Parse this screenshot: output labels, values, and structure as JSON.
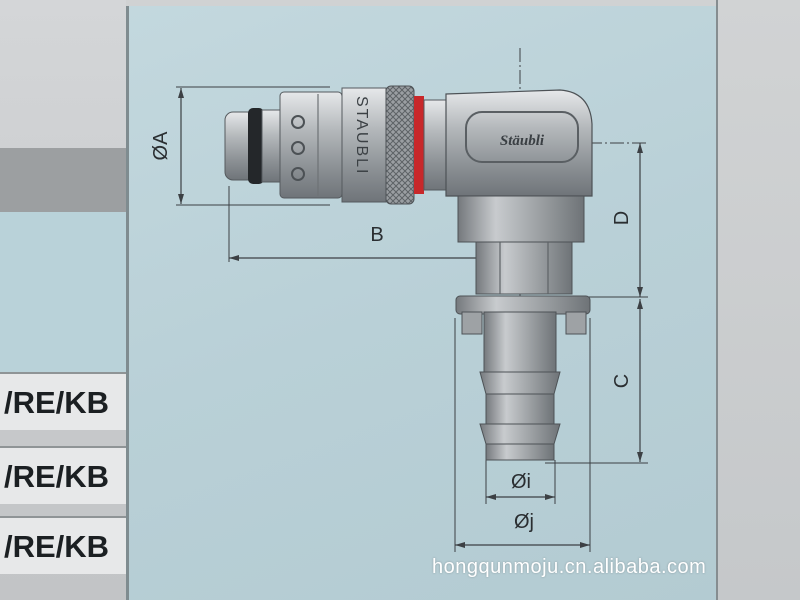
{
  "table": {
    "rows": [
      "/RE/KB",
      "/RE/KB",
      "/RE/KB"
    ]
  },
  "diagram": {
    "labels": {
      "dia_a": "ØA",
      "b": "B",
      "c": "C",
      "d": "D",
      "dia_i": "Øi",
      "dia_j": "Øj"
    },
    "body_marking": "STAUBLI",
    "logo": "Stäubli"
  },
  "watermark": "hongqunmoju.cn.alibaba.com",
  "colors": {
    "panel_bg": "#b9d0d7",
    "metal": "#a9adb0",
    "red_ring": "#c8282a",
    "row_bg": "#e7e8e9"
  }
}
